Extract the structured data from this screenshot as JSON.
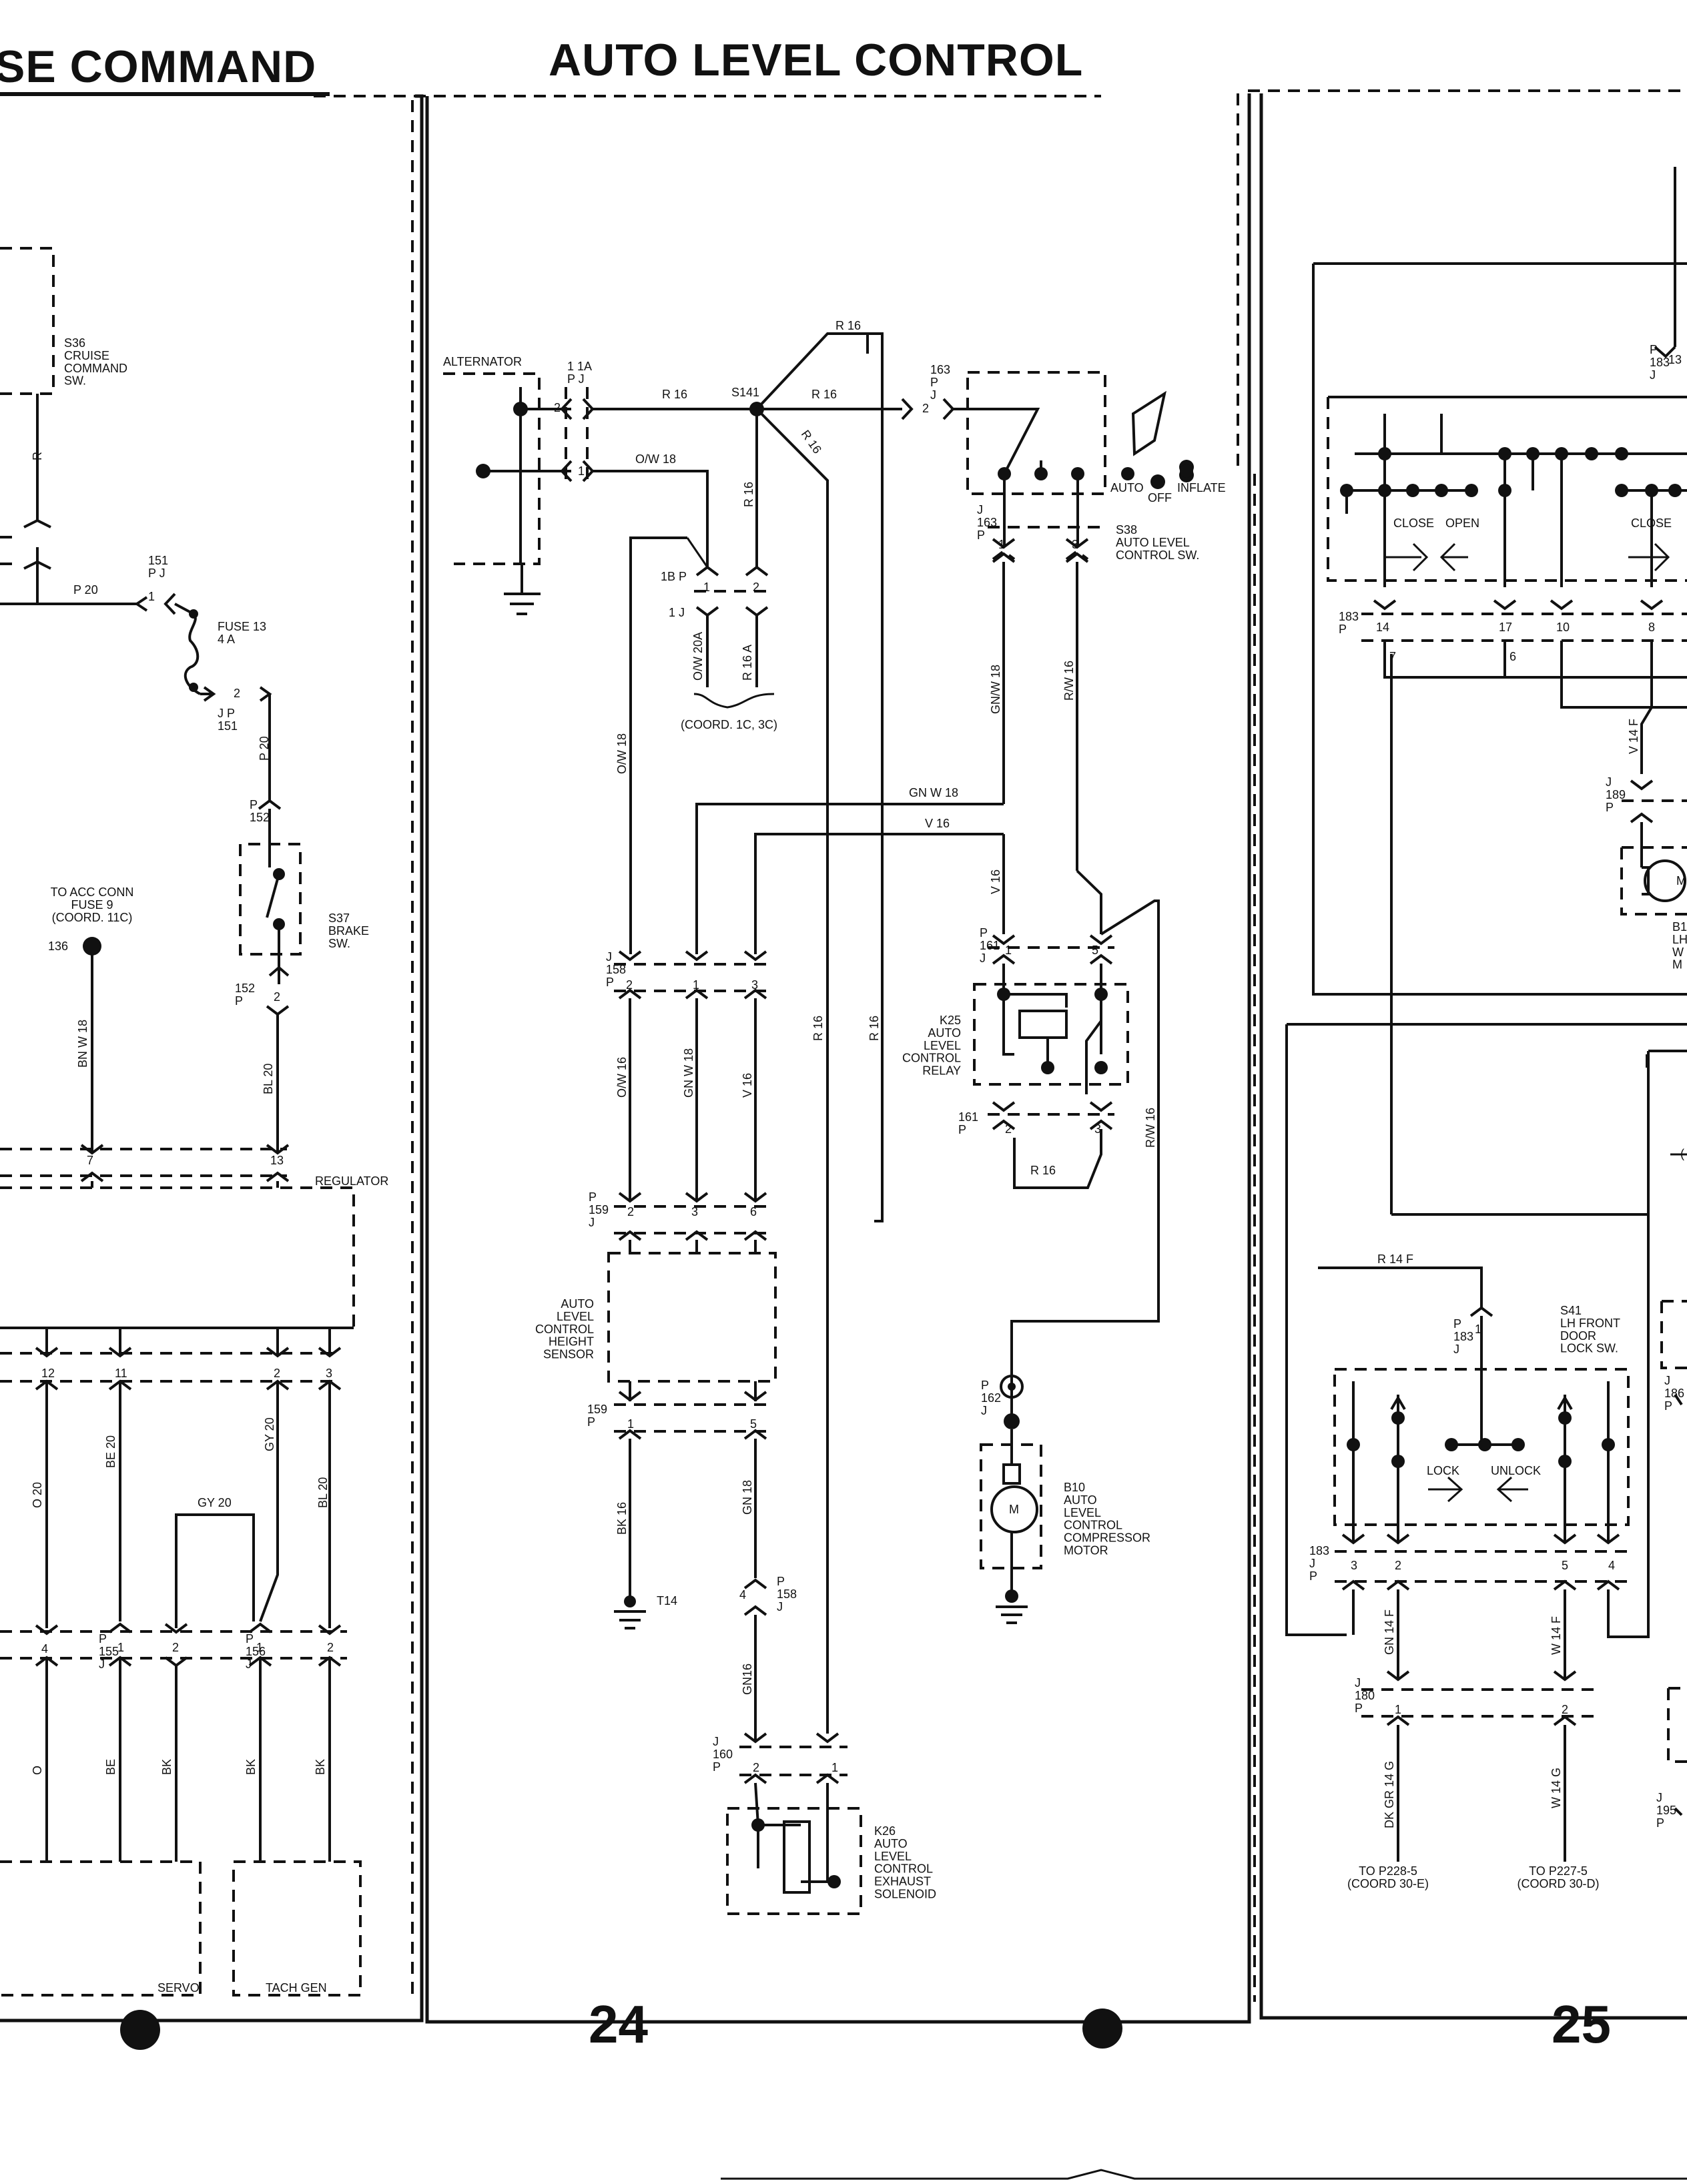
{
  "headers": {
    "left": "SE COMMAND",
    "center": "AUTO LEVEL CONTROL"
  },
  "pages": {
    "center": "24",
    "right": "25"
  },
  "left_panel": {
    "s36": [
      "S36",
      "CRUISE",
      "COMMAND",
      "SW."
    ],
    "wire_r": "R",
    "p20": "P 20",
    "c151_top": [
      "151",
      "P  J"
    ],
    "pin1": "1",
    "fuse13": [
      "FUSE 13",
      "4 A"
    ],
    "c151_bottom": [
      "J   P",
      "151"
    ],
    "pin2": "2",
    "p20_v": "P 20",
    "c152_top": [
      "P",
      "152"
    ],
    "s37": [
      "S37",
      "BRAKE",
      "SW."
    ],
    "c152_bottom": [
      "152",
      "P"
    ],
    "to_acc": [
      "TO ACC CONN",
      "FUSE 9",
      "(COORD. 11C)"
    ],
    "c136": "136",
    "bnw18": "BN W 18",
    "bl20": "BL 20",
    "pin7": "7",
    "pin13": "13",
    "regulator": "REGULATOR",
    "pins_reg": [
      "12",
      "11",
      "2",
      "3"
    ],
    "o20": "O 20",
    "be20": "BE 20",
    "gy20_v": "GY 20",
    "gy20_h": "GY 20",
    "bl20_b": "BL 20",
    "c155": [
      "P",
      "155",
      "J"
    ],
    "pins_155": [
      "1",
      "2"
    ],
    "pin4": "4",
    "c156": [
      "P",
      "156",
      "J"
    ],
    "pins_156": [
      "1",
      "2"
    ],
    "w_o": "O",
    "w_be": "BE",
    "w_bk1": "BK",
    "w_bk2": "BK",
    "w_bk3": "BK",
    "servo": "SERVO",
    "tach_gen": "TACH  GEN"
  },
  "center_panel": {
    "alternator": "ALTERNATOR",
    "c1": [
      "1   1A",
      "P   J"
    ],
    "alt_pin2": "2",
    "alt_pin1": "1",
    "r16_a": "R 16",
    "s141": "S141",
    "r16_top": "R 16",
    "r16_b": "R 16",
    "r16_diag": "R 16",
    "ow18": "O/W 18",
    "r16_v": "R 16",
    "c1b": "1B P",
    "c1j": "1 J",
    "pins_1b": [
      "1",
      "2"
    ],
    "ow20a": "O/W 20A",
    "r16a": "R 16 A",
    "coord_1c": "(COORD. 1C, 3C)",
    "c163_top": [
      "163",
      "P",
      "J"
    ],
    "s38_pin2": "2",
    "auto": "AUTO",
    "off": "OFF",
    "inflate": "INFLATE",
    "c163_bottom": [
      "J",
      "163",
      "P"
    ],
    "s38_pins": [
      "1",
      "3"
    ],
    "s38": [
      "S38",
      "AUTO LEVEL",
      "CONTROL SW."
    ],
    "ow18_v": "O/W 18",
    "gnw18_v": "GN/W 18",
    "rw16_v": "R/W 16",
    "gnw18_h": "GN W 18",
    "v16_h": "V 16",
    "v16_v": "V 16",
    "c161_top": [
      "P",
      "161",
      "J"
    ],
    "k25_pins_top": [
      "1",
      "5"
    ],
    "k25": [
      "K25",
      "AUTO",
      "LEVEL",
      "CONTROL",
      "RELAY"
    ],
    "c161_bottom": [
      "161",
      "P"
    ],
    "k25_pins_bottom": [
      "2",
      "3"
    ],
    "r16_k25": "R 16",
    "c158_top": [
      "J",
      "158",
      "P"
    ],
    "pins_158": [
      "2",
      "1",
      "3"
    ],
    "ow16": "O/W 16",
    "gnw18_b": "GN W 18",
    "v16_b": "V 16",
    "r16_long1": "R 16",
    "r16_long2": "R 16",
    "rw16_long": "R/W 16",
    "c159_top": [
      "P",
      "159",
      "J"
    ],
    "pins_159_top": [
      "2",
      "3",
      "6"
    ],
    "sensor": [
      "AUTO",
      "LEVEL",
      "CONTROL",
      "HEIGHT",
      "SENSOR"
    ],
    "c159_bottom": [
      "159",
      "P"
    ],
    "pins_159_bottom": [
      "1",
      "5"
    ],
    "c162": [
      "P",
      "162",
      "J"
    ],
    "b10": [
      "B10",
      "AUTO",
      "LEVEL",
      "CONTROL",
      "COMPRESSOR",
      "MOTOR"
    ],
    "motor_m": "M",
    "bk16": "BK 16",
    "gn18": "GN 18",
    "t14": "T14",
    "c158_b": [
      "P",
      "158",
      "J"
    ],
    "pin_158_4": "4",
    "gn16": "GN16",
    "c160": [
      "J",
      "160",
      "P"
    ],
    "pins_160": [
      "2",
      "1"
    ],
    "k26": [
      "K26",
      "AUTO",
      "LEVEL",
      "CONTROL",
      "EXHAUST",
      "SOLENOID"
    ]
  },
  "right_panel": {
    "c183_top": [
      "P",
      "183",
      "J"
    ],
    "pin13": "13",
    "close1": "CLOSE",
    "open1": "OPEN",
    "close2": "CLOSE",
    "c183_mid": [
      "183",
      "P"
    ],
    "pins_mid": [
      "14",
      "17",
      "10",
      "8"
    ],
    "pins_mid2": [
      "7",
      "6"
    ],
    "v14f": "V 14 F",
    "c189": [
      "J",
      "189",
      "P"
    ],
    "b1x": [
      "B1",
      "LH",
      "W",
      "M"
    ],
    "motor_m": "M",
    "r14f": "R 14 F",
    "s41": [
      "S41",
      "LH FRONT",
      "DOOR",
      "LOCK SW."
    ],
    "c183_s41": [
      "P",
      "183",
      "J"
    ],
    "s41_pin1": "1",
    "lock": "LOCK",
    "unlock": "UNLOCK",
    "c183_low": [
      "183",
      "J",
      "P"
    ],
    "pins_low": [
      "3",
      "2",
      "5",
      "4"
    ],
    "gn14f": "GN 14 F",
    "w14f": "W 14 F",
    "c180": [
      "J",
      "180",
      "P"
    ],
    "pins_180": [
      "1",
      "2"
    ],
    "dkgr14g": "DK GR 14 G",
    "w14g": "W 14 G",
    "to_p228": [
      "TO P228-5",
      "(COORD 30-E)"
    ],
    "to_p227": [
      "TO P227-5",
      "(COORD 30-D)"
    ],
    "c186": [
      "J",
      "186",
      "P"
    ],
    "c195": [
      "J",
      "195",
      "P"
    ],
    "paren": "("
  }
}
